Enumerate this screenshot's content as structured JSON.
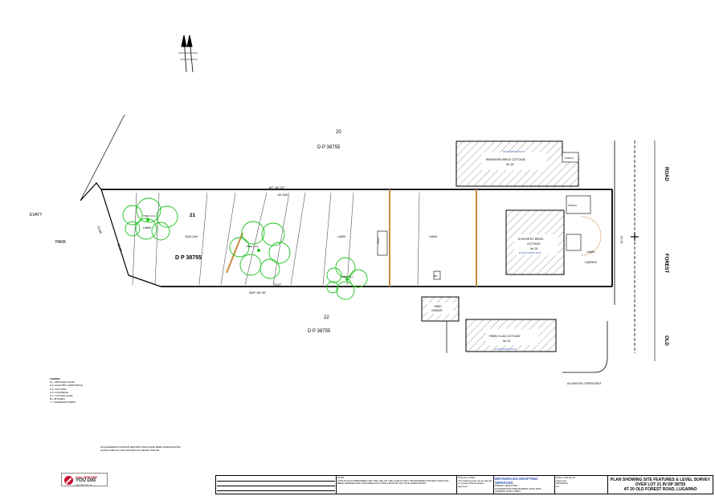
{
  "lots": {
    "north_lot": "20",
    "north_dp": "D P   38755",
    "south_lot": "22",
    "south_dp": "D P   38755",
    "subject_lot": "21",
    "subject_dp": "D P   38755",
    "subject_area": "1110.2m²"
  },
  "streets": {
    "park_1": "EVATT",
    "park_2": "PARK",
    "road_1": "ROAD",
    "road_2": "FOREST",
    "road_3": "OLD",
    "crescent": "ALLWOOD   CRESCENT"
  },
  "buildings": {
    "north_cottage_1": "RENDERED BRICK COTTAGE",
    "north_cottage_2": "No 18",
    "north_porch": "PORCH",
    "north_roof_label": "ROOF APPROX RL75",
    "existing_cottage_1": "SYNTHETIC BRICK",
    "existing_cottage_2": "COTTAGE",
    "existing_cottage_3": "No 20",
    "existing_porch": "PORCH",
    "existing_floor": "FLOOR APPROX RL75",
    "south_cottage_1": "FIBRO CLAD COTTAGE",
    "south_cottage_2": "No 22",
    "south_garage_1": "FIBRO",
    "south_garage_2": "GARAGE",
    "south_floor": "FLOOR APPROX RL78"
  },
  "boundaries": {
    "north_bearing": "89°    38'    00\"",
    "north_distance": "81.545",
    "south_bearing": "269°    38'    00\"",
    "south_distance": "73.67",
    "road_frontage": "15.24",
    "west_a": "13.65",
    "west_b": "13.85"
  },
  "features": {
    "lawn": "LAWN",
    "garden": "GARDEN",
    "tree_1": "TREE 0.4m",
    "tree_2": "TREE 0.4m",
    "tree_3": "TREE 0.3m",
    "shed": "SHED",
    "bin": "BIN"
  },
  "legend": {
    "heading": "LEGEND",
    "items": [
      "R.L.   REDUCED LEVEL",
      "E.S.   ELECTRIC SUBSTATION",
      "T.S.   TOP STEP",
      "C.P.   CONCRETE",
      "G.L.   GUTTER LEVEL",
      "B.I.   BITUMEN",
      "-×-   OVERHEAD WIRES"
    ]
  },
  "notes": {
    "line_1": "NO EASEMENTS AND/OR RESTRICTIONS HAVE BEEN INVESTIGATED",
    "line_2": "LEVELS ARE ON THE AUSTRALIAN HEIGHT DATUM"
  },
  "dbyd": {
    "line_1": "DIAL BEFORE",
    "line_2": "YOU DIG",
    "line_3": "www.1100.com.au"
  },
  "title_block": {
    "firm_1": "BRYNHOLDG DRAFTING SERVICES",
    "firm_2": "SURVEY DRAFTING",
    "firm_3": "6 ROSEWOOD RISE   BOWRAL  NSW 2576",
    "firm_4": "(MOBILE) 0418 170484",
    "scale": "Scale  1:100 @ A3",
    "approved": "Approved",
    "date": "16/03/2013",
    "sheet": "A3",
    "title_1": "PLAN SHOWING SITE FEATURES & LEVEL SURVEY",
    "title_2": "OVER LOT 21 IN DP 38755",
    "title_3": "AT 20 OLD FOREST ROAD,  LUGARNO",
    "note_heading": "NOTE",
    "note_body": "THIS PLAN IS PREPARED FOR THE USE OF THE CLIENT ONLY. BOUNDARIES SHOWN HAVE NOT BEEN MARKED AND HAVE BEEN PLOTTED FROM DP OR TITLE DIMENSIONS.",
    "purpose_heading": "Purpose of Plan",
    "purpose_body": "The drawing may not be altered or copied without written approval."
  }
}
